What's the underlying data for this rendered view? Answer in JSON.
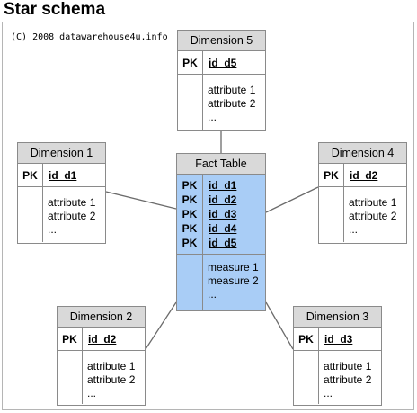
{
  "title": "Star schema",
  "copyright": "(C) 2008 datawarehouse4u.info",
  "fact": {
    "header": "Fact Table",
    "pk_label": "PK",
    "keys": [
      "id_d1",
      "id_d2",
      "id_d3",
      "id_d4",
      "id_d5"
    ],
    "measures": [
      "measure 1",
      "measure 2",
      "..."
    ]
  },
  "dimensions": [
    {
      "header": "Dimension 5",
      "pk_label": "PK",
      "key": "id_d5",
      "attrs": [
        "attribute 1",
        "attribute 2",
        "..."
      ]
    },
    {
      "header": "Dimension 1",
      "pk_label": "PK",
      "key": "id_d1",
      "attrs": [
        "attribute 1",
        "attribute 2",
        "..."
      ]
    },
    {
      "header": "Dimension 4",
      "pk_label": "PK",
      "key": "id_d2",
      "attrs": [
        "attribute 1",
        "attribute 2",
        "..."
      ]
    },
    {
      "header": "Dimension 2",
      "pk_label": "PK",
      "key": "id_d2",
      "attrs": [
        "attribute 1",
        "attribute 2",
        "..."
      ]
    },
    {
      "header": "Dimension 3",
      "pk_label": "PK",
      "key": "id_d3",
      "attrs": [
        "attribute 1",
        "attribute 2",
        "..."
      ]
    }
  ],
  "colors": {
    "fact_fill": "#a9cdf6",
    "header_fill": "#d9d9d9",
    "border": "#8a8a8a",
    "connector": "#6b6b6b"
  }
}
